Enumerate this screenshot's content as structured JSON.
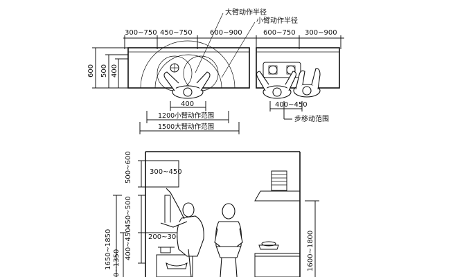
{
  "plan": {
    "top_dims": [
      "300~750",
      "450~750",
      "600~900",
      "600~750",
      "300~900"
    ],
    "leader_labels": [
      "大臂动作半径",
      "小臂动作半径"
    ],
    "left_dims": [
      "600",
      "500",
      "400"
    ],
    "bottom_dims": [
      "400",
      "1200小臂动作范围",
      "1500大臂动作范围",
      "400~450"
    ],
    "step_label": "步移动范围"
  },
  "elevation": {
    "inner_dims": [
      "300~450",
      "200~300"
    ],
    "left_dims": [
      "500~600",
      "450~500",
      "400~450",
      "1650~1850",
      "0~1350"
    ],
    "right_dims": [
      "1600~1800"
    ]
  }
}
